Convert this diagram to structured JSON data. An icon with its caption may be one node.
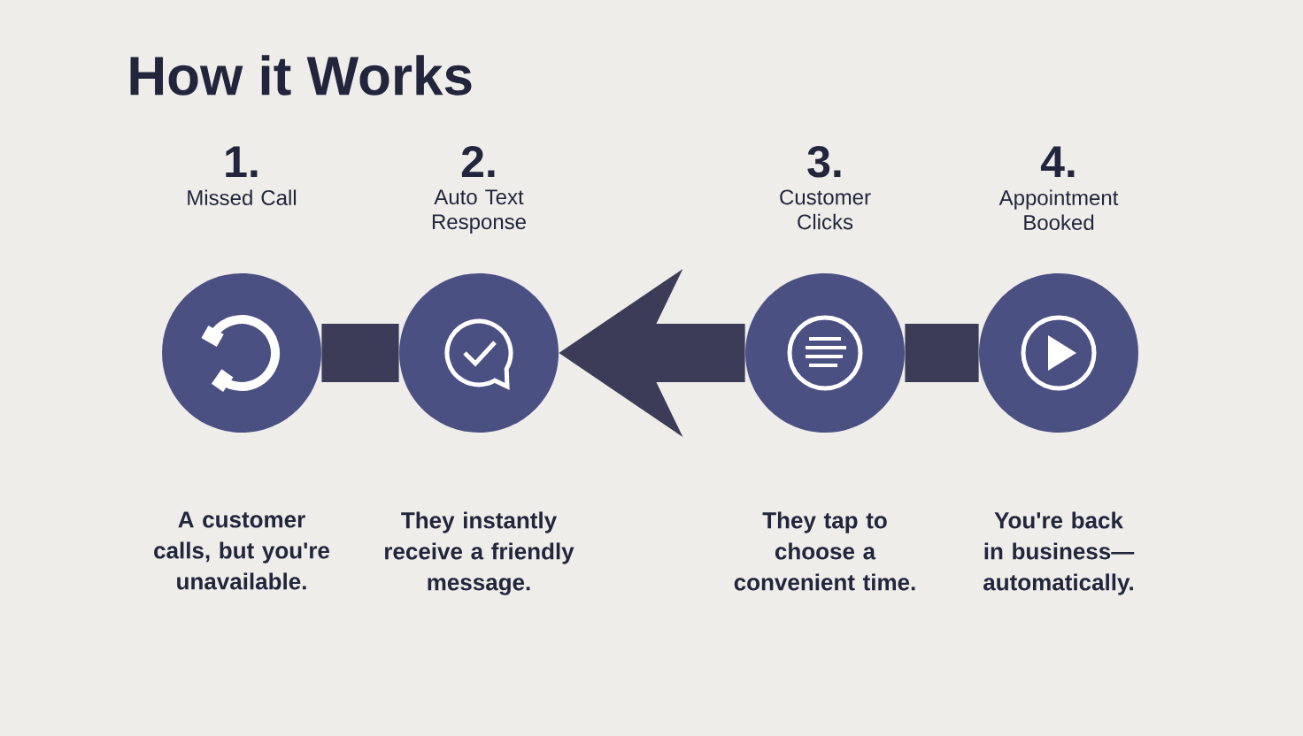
{
  "diagram": {
    "title": "How it Works",
    "nodes": [
      {
        "text": [
          "1.",
          "Missed Call"
        ],
        "beside": [
          "A customer calls, but you're unavailable."
        ]
      },
      {
        "text": [
          "2.",
          "Auto Text Response"
        ],
        "beside": [
          "They instantly receive a friendly message."
        ]
      },
      {
        "text": [
          "3.",
          "Customer Clicks"
        ],
        "beside": [
          "They tap to choose a convenient time."
        ]
      },
      {
        "text": [
          "4.",
          "Appointment Booked"
        ],
        "beside": [
          "You're back in business—automatically."
        ]
      }
    ],
    "edges": [
      {
        "from": 0,
        "to": 1,
        "arrow": "none"
      },
      {
        "from": 2,
        "to": 1,
        "arrow": "to"
      },
      {
        "from": 2,
        "to": 3,
        "arrow": "none"
      }
    ]
  }
}
